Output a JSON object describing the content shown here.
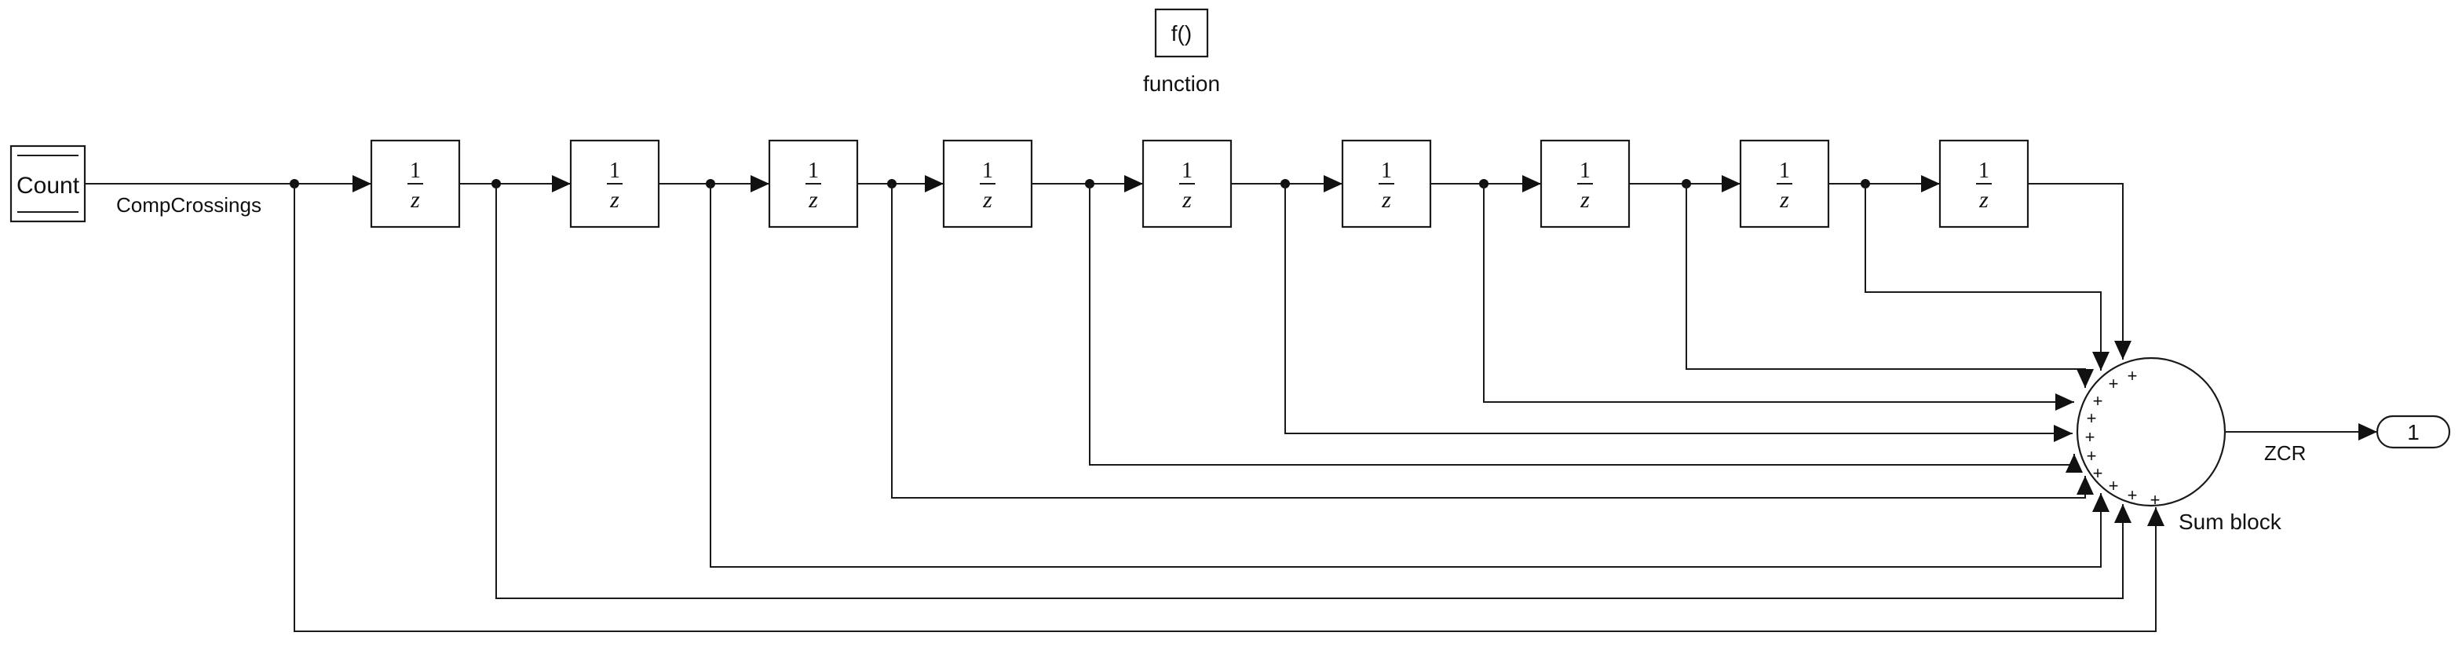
{
  "function_block": {
    "symbol": "f()",
    "label": "function"
  },
  "source_block": {
    "label": "Count"
  },
  "signal_label": "CompCrossings",
  "delay_block": {
    "numerator": "1",
    "denominator": "z",
    "count": 9
  },
  "sum_block": {
    "label": "Sum block",
    "input_count": 10,
    "input_sign": "+"
  },
  "output_signal_label": "ZCR",
  "outport": {
    "label": "1"
  },
  "colors": {
    "line": "#1a1a1a",
    "background": "#ffffff"
  }
}
